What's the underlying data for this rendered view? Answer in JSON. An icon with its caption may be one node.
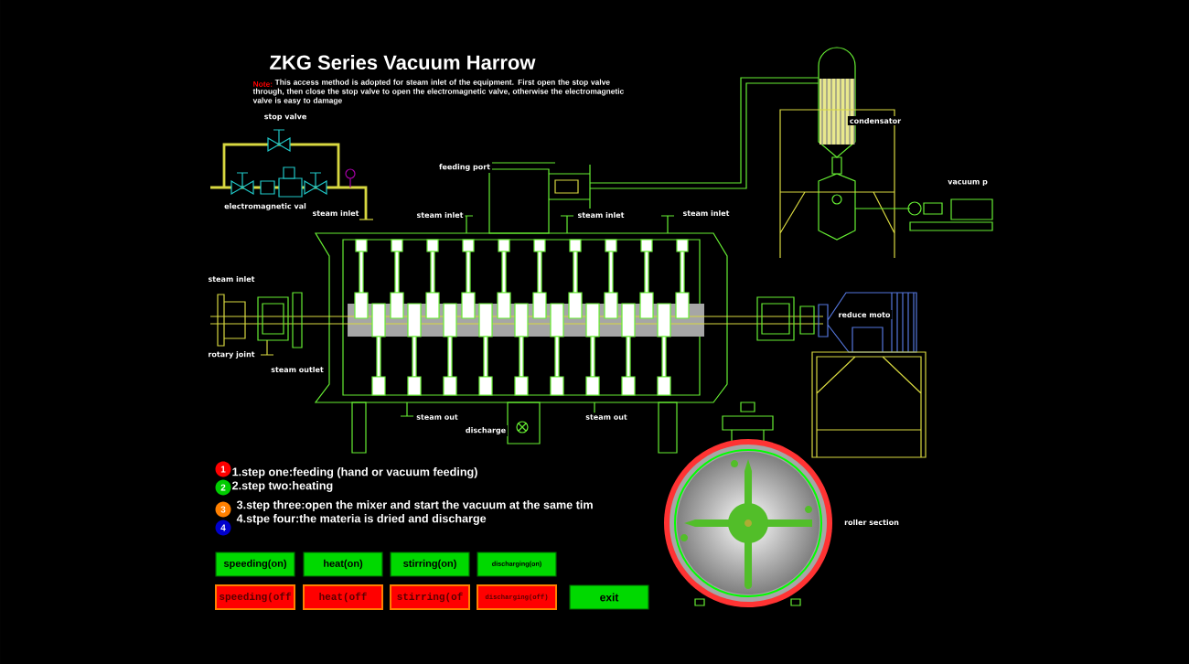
{
  "diagram": {
    "title": "ZKG Series Vacuum Harrow",
    "nodes": [
      {
        "text": [
          "1"
        ],
        "beside": [
          "1.step one:feeding (hand or vacuum feeding)"
        ]
      },
      {
        "text": [
          "2"
        ],
        "beside": [
          "2.step two:heating"
        ]
      },
      {
        "text": [
          "3"
        ],
        "beside": [
          "3.step three:open the mixer and start the vacuum at the same tim"
        ]
      },
      {
        "text": [
          "4"
        ],
        "beside": [
          "4.stpe four:the materia is dried and discharge"
        ]
      },
      {
        "text": [
          "speeding(on)"
        ]
      },
      {
        "text": [
          "heat(on)"
        ]
      },
      {
        "text": [
          "stirring(on)"
        ]
      },
      {
        "text": [
          "discharging(on)"
        ]
      },
      {
        "text": [
          "speeding(off"
        ]
      },
      {
        "text": [
          "heat(off"
        ]
      },
      {
        "text": [
          "stirring(of"
        ]
      },
      {
        "text": [
          "discharging(off)"
        ]
      },
      {
        "text": [
          "exit"
        ]
      }
    ],
    "labels": [
      "Note:",
      "This access method is adopted for steam inlet of the equipment. First open the stop valve through, then close the stop valve to open the electromagnetic valve, otherwise the electromagnetic valve is easy to damage",
      "stop valve",
      "condensator",
      "feeding port",
      "vacuum p",
      "electromagnetic val",
      "steam inlet",
      "steam inlet",
      "steam inlet",
      "steam inlet",
      "steam inlet",
      "reduce moto",
      "rotary joint",
      "steam outlet",
      "steam out",
      "discharge",
      "steam out",
      "roller section"
    ]
  }
}
